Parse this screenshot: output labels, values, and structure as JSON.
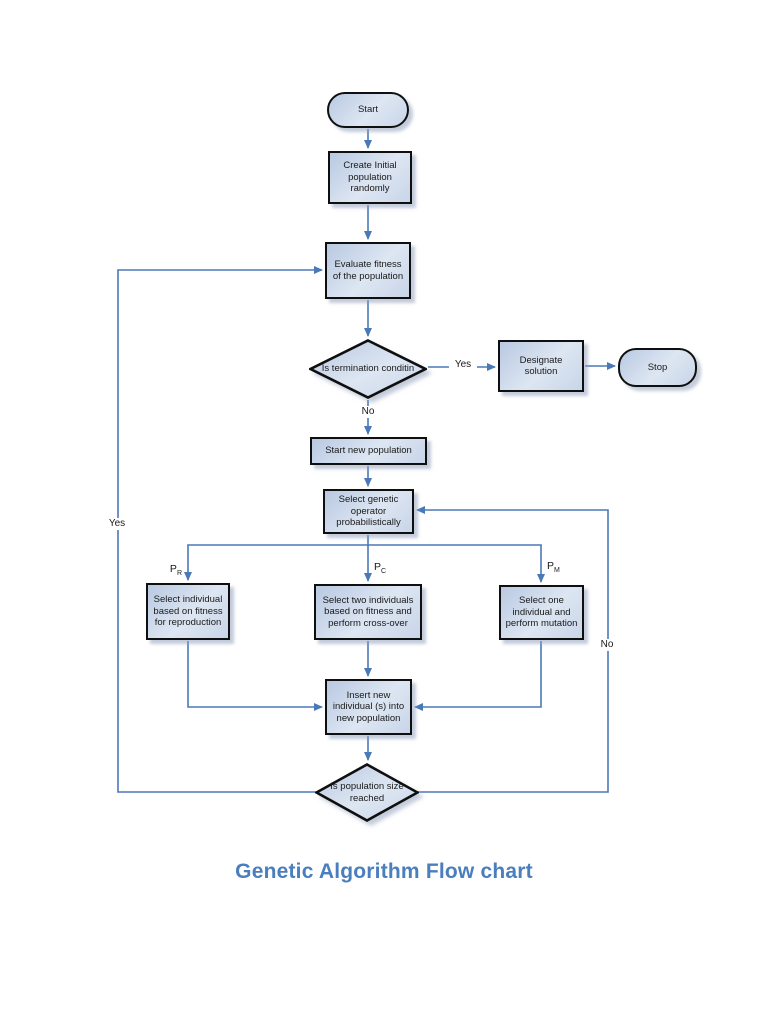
{
  "title": "Genetic Algorithm Flow chart",
  "colors": {
    "connector-color": "#4a79b8",
    "box-border": "#0f0f0f",
    "fill-top": "#b9c9e2",
    "fill-mid": "#dde6f2",
    "fill-bottom": "#c8d5e9",
    "title-color": "#4a7ebd"
  },
  "nodes": {
    "start": {
      "label": "Start"
    },
    "create_initial": {
      "label": "Create Initial population randomly"
    },
    "evaluate": {
      "label": "Evaluate fitness of the population"
    },
    "termination": {
      "label": "Is termination conditin"
    },
    "designate": {
      "label": "Designate solution"
    },
    "stop": {
      "label": "Stop"
    },
    "start_new": {
      "label": "Start new population"
    },
    "select_operator": {
      "label": "Select genetic operator probabilistically"
    },
    "select_individual": {
      "label": "Select individual based on fitness for reproduction"
    },
    "select_two": {
      "label": "Select two individuals based on fitness and perform cross-over"
    },
    "select_one": {
      "label": "Select one individual and perform mutation"
    },
    "insert_new": {
      "label": "Insert new individual (s) into new population"
    },
    "population_size": {
      "label": "Is population size reached"
    }
  },
  "edge_labels": {
    "termination_yes": "Yes",
    "termination_no": "No",
    "population_yes": "Yes",
    "population_no": "No"
  },
  "branch_labels": {
    "reproduction": {
      "base": "P",
      "sub": "R"
    },
    "crossover": {
      "base": "P",
      "sub": "C"
    },
    "mutation": {
      "base": "P",
      "sub": "M"
    }
  }
}
